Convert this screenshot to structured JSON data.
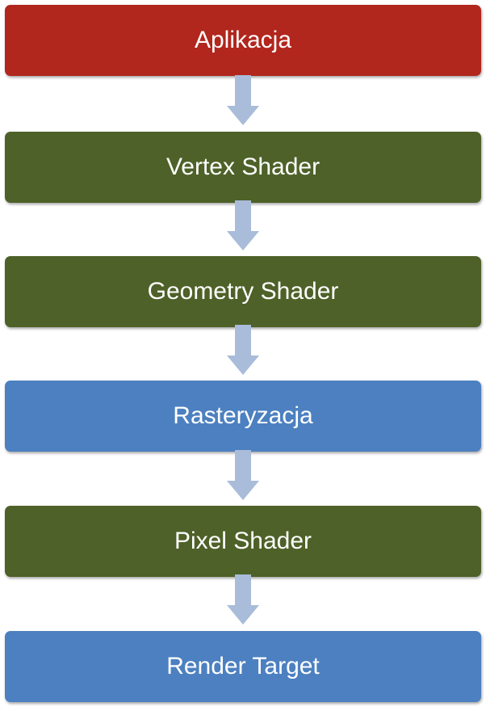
{
  "pipeline": {
    "stages": [
      {
        "label": "Aplikacja",
        "color": "#b1261d"
      },
      {
        "label": "Vertex Shader",
        "color": "#4e6128"
      },
      {
        "label": "Geometry Shader",
        "color": "#4e6128"
      },
      {
        "label": "Rasteryzacja",
        "color": "#4c80c0"
      },
      {
        "label": "Pixel Shader",
        "color": "#4e6128"
      },
      {
        "label": "Render Target",
        "color": "#4c80c0"
      }
    ],
    "arrow_color": "#a9bcd9"
  }
}
